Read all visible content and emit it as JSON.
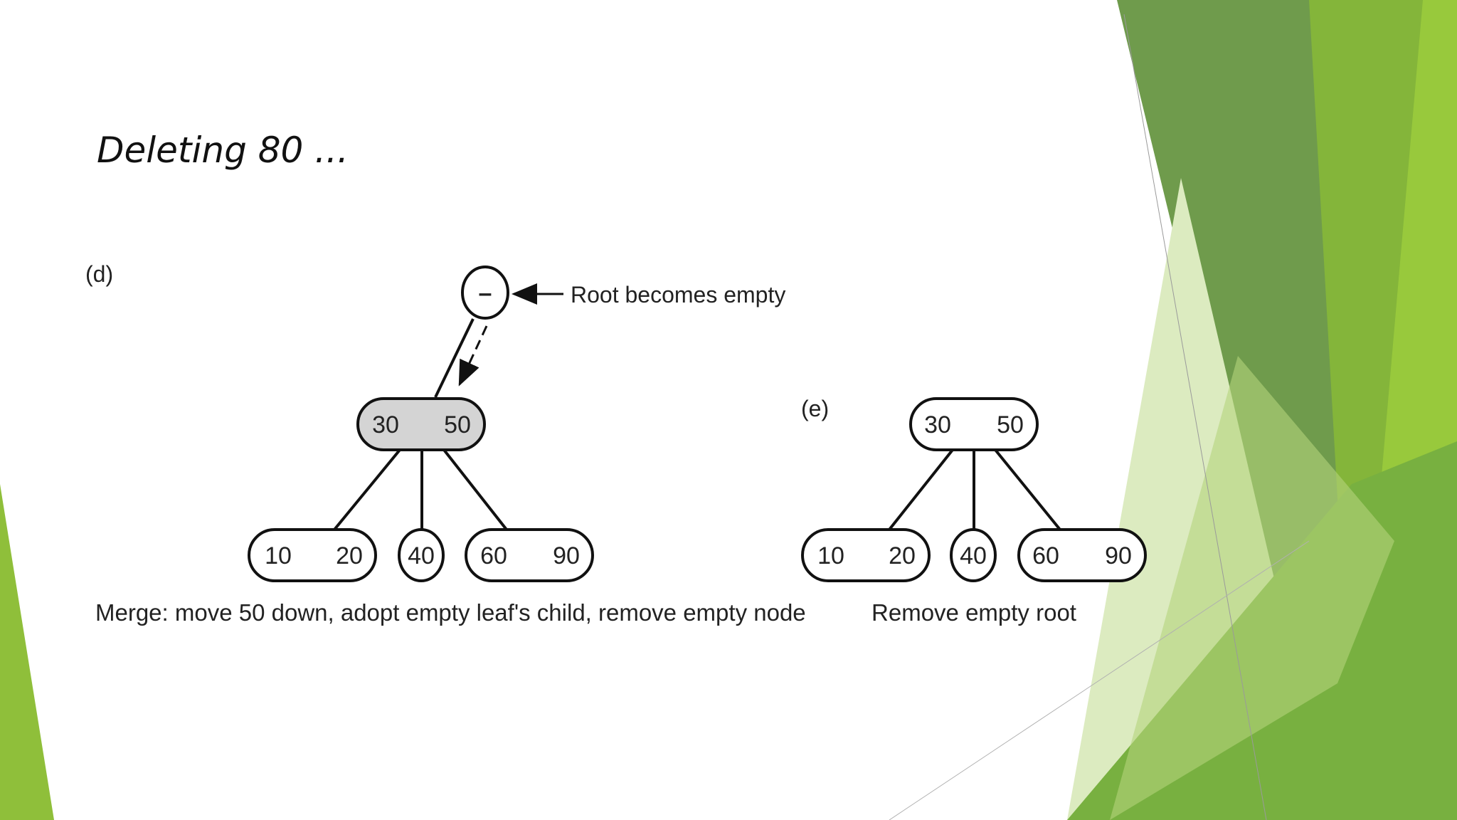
{
  "slide": {
    "title": "Deleting 80 ..."
  },
  "diagram": {
    "panel_d": {
      "label": "(d)",
      "root_symbol": "–",
      "root_annotation": "Root becomes empty",
      "middle_node": {
        "left": "30",
        "right": "50"
      },
      "leaf_1": {
        "left": "10",
        "right": "20"
      },
      "leaf_2": {
        "value": "40"
      },
      "leaf_3": {
        "left": "60",
        "right": "90"
      },
      "caption": "Merge: move 50 down, adopt empty leaf's child, remove empty node"
    },
    "panel_e": {
      "label": "(e)",
      "root_node": {
        "left": "30",
        "right": "50"
      },
      "leaf_1": {
        "left": "10",
        "right": "20"
      },
      "leaf_2": {
        "value": "40"
      },
      "leaf_3": {
        "left": "60",
        "right": "90"
      },
      "caption": "Remove empty root"
    }
  },
  "colors": {
    "highlighted_node_fill": "#d4d4d4",
    "accent_green_dark": "#6a9a45",
    "accent_green": "#8fbf3a",
    "accent_green_light": "#c9e0a0"
  }
}
